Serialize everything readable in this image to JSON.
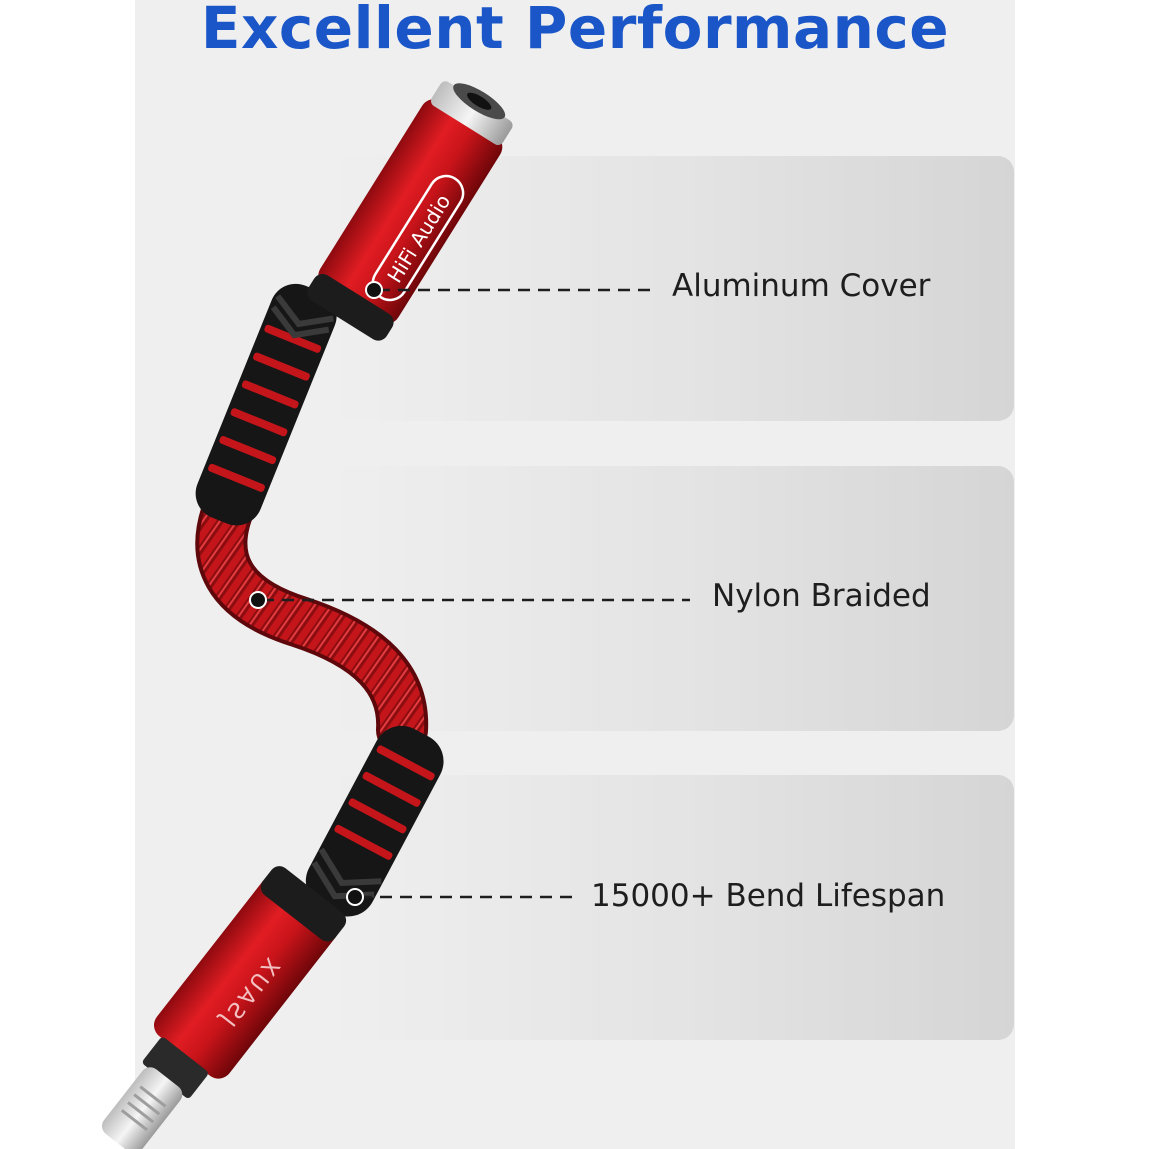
{
  "title": "Excellent Performance",
  "features": [
    {
      "label": "Aluminum Cover"
    },
    {
      "label": "Nylon Braided"
    },
    {
      "label": "15000+ Bend Lifespan"
    }
  ],
  "product": {
    "print_top": "HiFi Audio",
    "print_bottom": "JSAUX"
  },
  "colors": {
    "title": "#1a56c8",
    "cable_red": "#d4141c",
    "braid_dark": "#8c0d10",
    "relief_black": "#1a1a1a",
    "background": "#efefef"
  }
}
